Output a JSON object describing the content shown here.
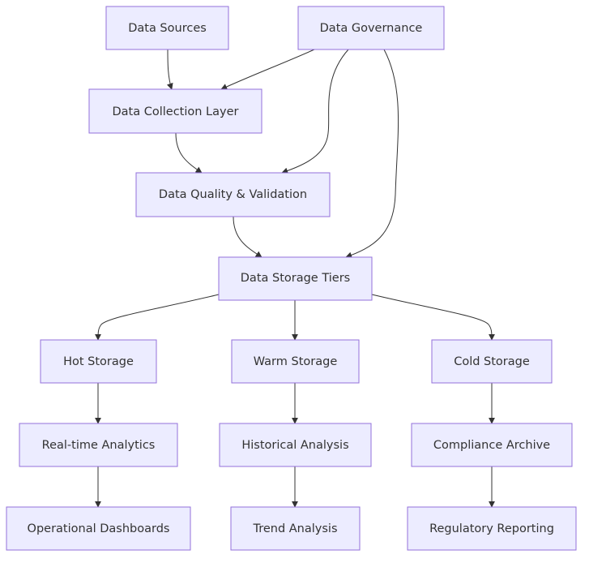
{
  "diagram": {
    "nodes": {
      "data_sources": "Data Sources",
      "data_governance": "Data Governance",
      "data_collection": "Data Collection Layer",
      "data_quality": "Data Quality & Validation",
      "data_storage": "Data Storage Tiers",
      "hot_storage": "Hot Storage",
      "warm_storage": "Warm Storage",
      "cold_storage": "Cold Storage",
      "realtime_analytics": "Real-time Analytics",
      "historical_analysis": "Historical Analysis",
      "compliance_archive": "Compliance Archive",
      "operational_dashboards": "Operational Dashboards",
      "trend_analysis": "Trend Analysis",
      "regulatory_reporting": "Regulatory Reporting"
    },
    "edges": [
      {
        "from": "data_sources",
        "to": "data_collection"
      },
      {
        "from": "data_governance",
        "to": "data_collection"
      },
      {
        "from": "data_governance",
        "to": "data_quality"
      },
      {
        "from": "data_governance",
        "to": "data_storage"
      },
      {
        "from": "data_collection",
        "to": "data_quality"
      },
      {
        "from": "data_quality",
        "to": "data_storage"
      },
      {
        "from": "data_storage",
        "to": "hot_storage"
      },
      {
        "from": "data_storage",
        "to": "warm_storage"
      },
      {
        "from": "data_storage",
        "to": "cold_storage"
      },
      {
        "from": "hot_storage",
        "to": "realtime_analytics"
      },
      {
        "from": "warm_storage",
        "to": "historical_analysis"
      },
      {
        "from": "cold_storage",
        "to": "compliance_archive"
      },
      {
        "from": "realtime_analytics",
        "to": "operational_dashboards"
      },
      {
        "from": "historical_analysis",
        "to": "trend_analysis"
      },
      {
        "from": "compliance_archive",
        "to": "regulatory_reporting"
      }
    ],
    "colors": {
      "node_fill": "#ececff",
      "node_border": "#9370db",
      "edge": "#333333",
      "text": "#333333"
    }
  }
}
